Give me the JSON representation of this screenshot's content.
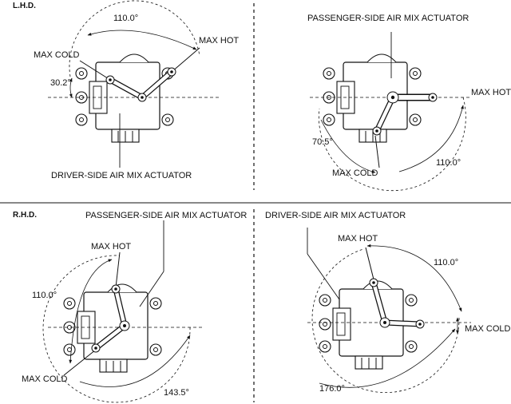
{
  "sections": {
    "lhd": "L.H.D.",
    "rhd": "R.H.D."
  },
  "panels": {
    "lhd_driver": {
      "angle_top": "110.0°",
      "angle_left": "30.2°",
      "max_cold": "MAX COLD",
      "max_hot": "MAX HOT",
      "title": "DRIVER-SIDE AIR MIX ACTUATOR"
    },
    "lhd_passenger": {
      "title": "PASSENGER-SIDE AIR MIX ACTUATOR",
      "max_hot": "MAX HOT",
      "angle_left": "70.5°",
      "max_cold": "MAX COLD",
      "angle_bottom": "110.0°"
    },
    "rhd_passenger": {
      "title": "PASSENGER-SIDE AIR MIX ACTUATOR",
      "max_hot": "MAX HOT",
      "angle_left": "110.0°",
      "max_cold": "MAX COLD",
      "angle_bottom": "143.5°"
    },
    "rhd_driver": {
      "title": "DRIVER-SIDE AIR MIX ACTUATOR",
      "max_hot": "MAX HOT",
      "angle_top": "110.0°",
      "max_cold": "MAX COLD",
      "angle_bottom": "176.0°"
    }
  }
}
